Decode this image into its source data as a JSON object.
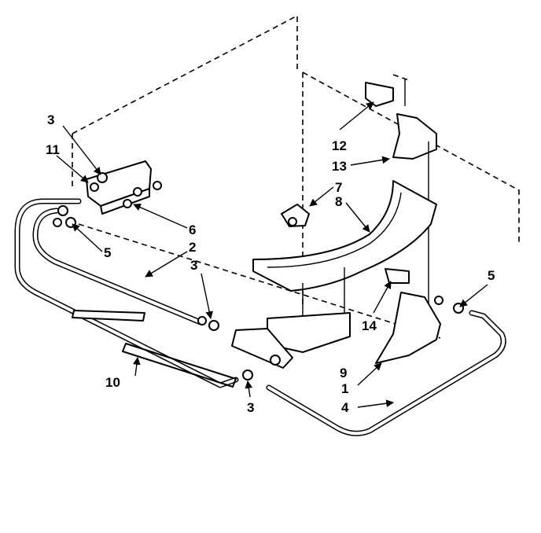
{
  "diagram": {
    "callouts": {
      "c1": "1",
      "c2": "2",
      "c3a": "3",
      "c3b": "3",
      "c3c": "3",
      "c4": "4",
      "c5a": "5",
      "c5b": "5",
      "c6": "6",
      "c7": "7",
      "c8": "8",
      "c9": "9",
      "c10": "10",
      "c11": "11",
      "c12": "12",
      "c13": "13",
      "c14": "14"
    }
  }
}
